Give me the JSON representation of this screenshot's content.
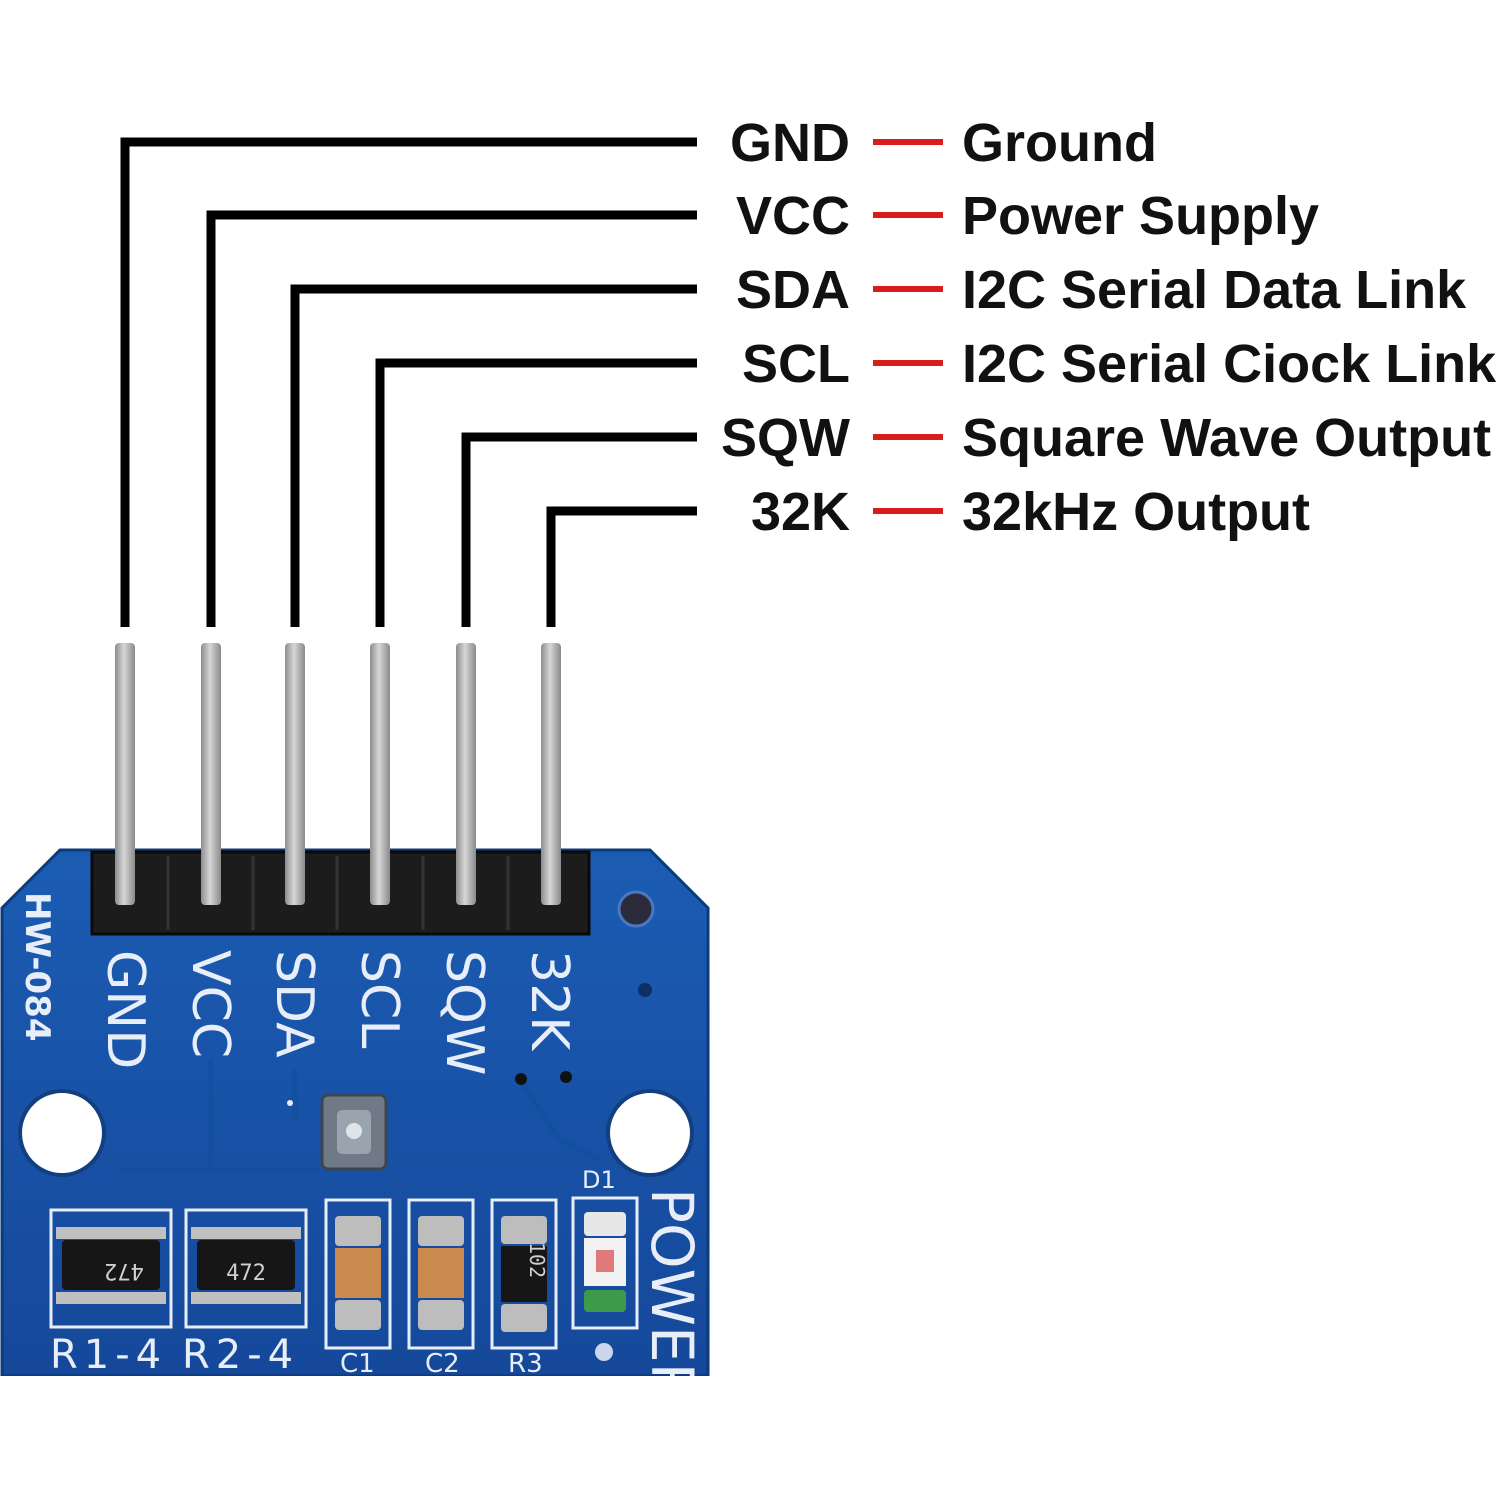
{
  "pins": [
    {
      "code": "GND",
      "description": "Ground"
    },
    {
      "code": "VCC",
      "description": "Power Supply"
    },
    {
      "code": "SDA",
      "description": "I2C Serial Data Link"
    },
    {
      "code": "SCL",
      "description": "I2C Serial Ciock Link"
    },
    {
      "code": "SQW",
      "description": "Square Wave Output"
    },
    {
      "code": "32K",
      "description": "32kHz Output"
    }
  ],
  "board": {
    "model": "HW-084",
    "pin_labels": [
      "GND",
      "VCC",
      "SDA",
      "SCL",
      "SQW",
      "32K"
    ],
    "components": {
      "r1_label": "R1-4",
      "r2_label": "R2-4",
      "c1_label": "C1",
      "c2_label": "C2",
      "r3_label": "R3",
      "d1_label": "D1",
      "power_label": "POWER",
      "r1_marking": "472",
      "r2_marking": "472",
      "r3_marking": "102"
    }
  },
  "colors": {
    "leader_line": "#000000",
    "dash": "#d91c1c",
    "pcb": "#1a55a8",
    "pcb_dark": "#0f3f86",
    "header": "#1c1c1c",
    "pin_metal": "#a9a9a9"
  }
}
